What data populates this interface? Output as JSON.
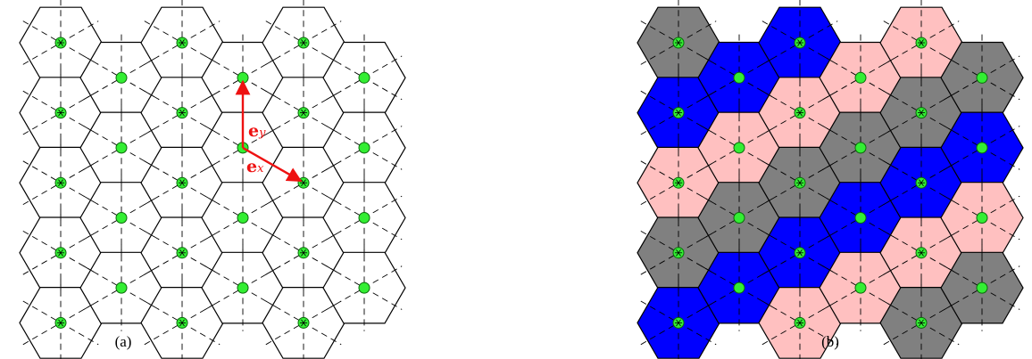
{
  "panels": [
    {
      "caption": "(a)",
      "vector_labels": {
        "ey": "e",
        "ey_sub": "y",
        "ex": "e",
        "ex_sub": "x"
      },
      "colors": {
        "site": "#33ee33",
        "vector": "#ee1111",
        "cell_fill": "#ffffff"
      }
    },
    {
      "caption": "(b)",
      "colors": {
        "site": "#33ee33",
        "gray": "#808080",
        "blue": "#0000ff",
        "pink": "#ffc0c0"
      }
    }
  ]
}
